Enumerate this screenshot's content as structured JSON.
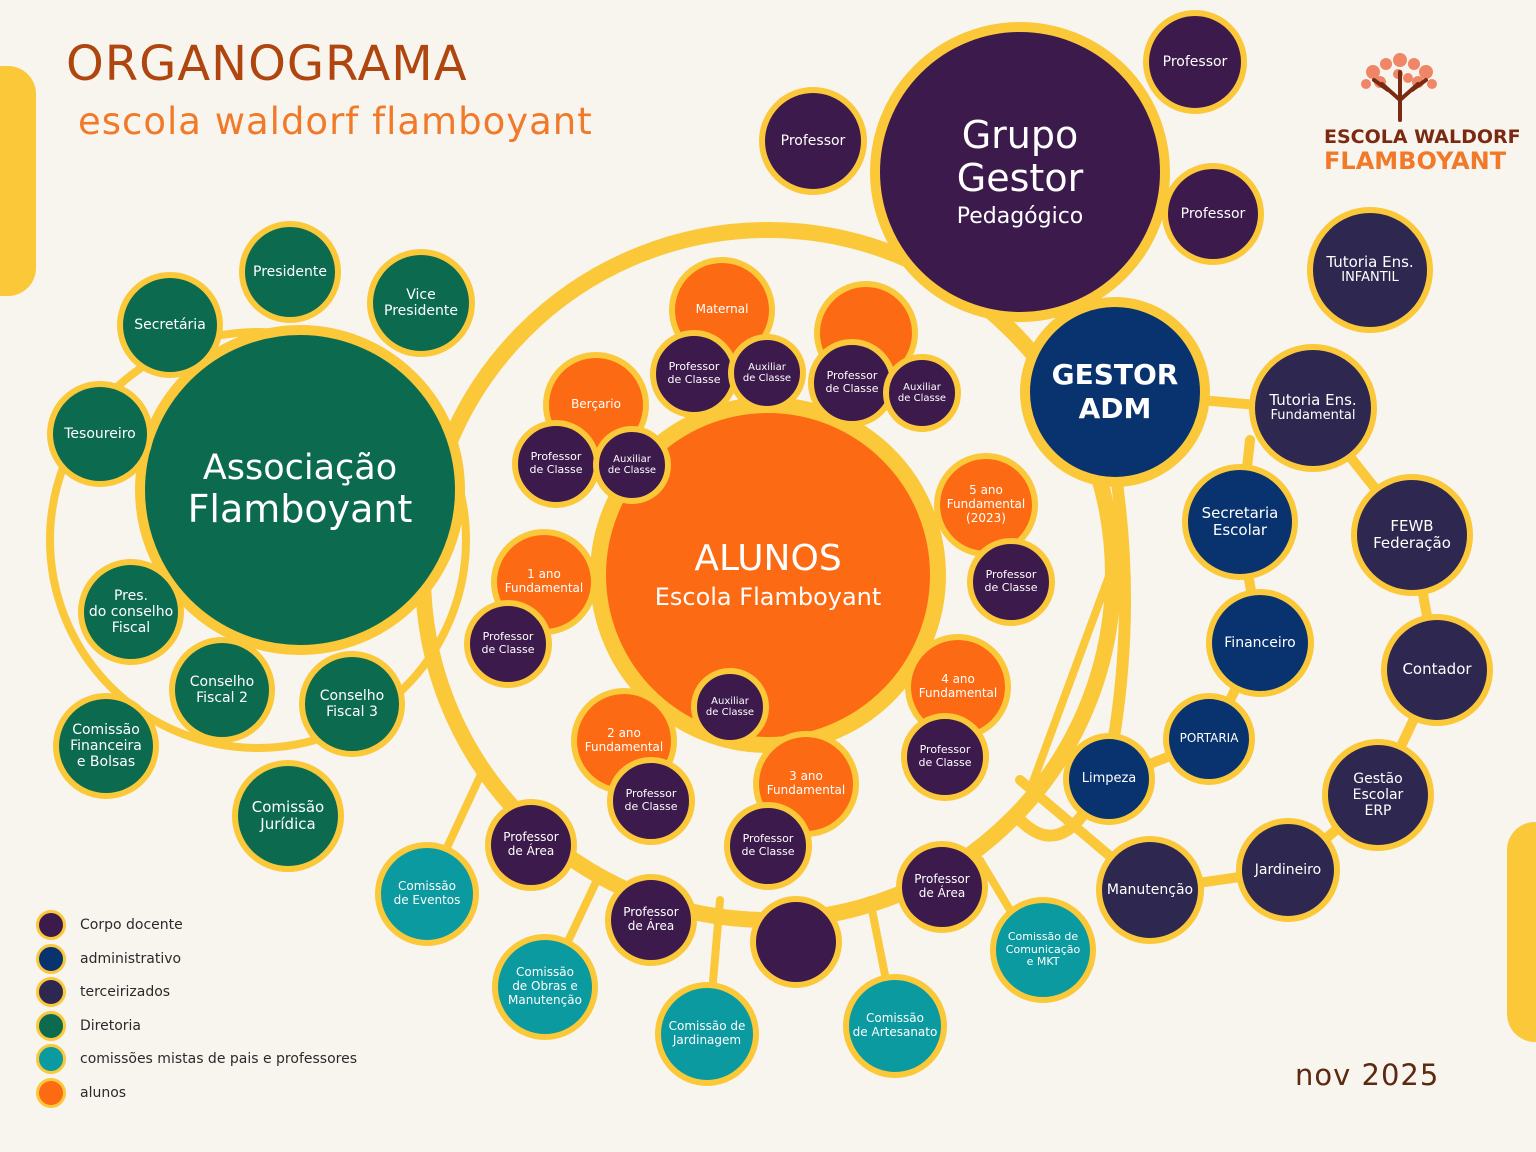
{
  "header": {
    "title": "ORGANOGRAMA",
    "subtitle": "escola waldorf flamboyant"
  },
  "logo": {
    "line1": "ESCOLA WALDORF",
    "line2": "FLAMBOYANT"
  },
  "date": "nov 2025",
  "colors": {
    "corpo_docente": "#3d1a4c",
    "administrativo": "#08336f",
    "terceirizados": "#2e2850",
    "diretoria": "#0c6b4f",
    "comissoes": "#0b9aa0",
    "alunos": "#fc6a14",
    "ring": "#fbc83a",
    "background": "#f8f5ef"
  },
  "legend": [
    {
      "label": "Corpo docente",
      "color": "#3d1a4c"
    },
    {
      "label": "administrativo",
      "color": "#08336f"
    },
    {
      "label": "terceirizados",
      "color": "#2e2850"
    },
    {
      "label": "Diretoria",
      "color": "#0c6b4f"
    },
    {
      "label": "comissões mistas de pais e professores",
      "color": "#0b9aa0"
    },
    {
      "label": "alunos",
      "color": "#fc6a14"
    }
  ],
  "nodes": {
    "associacao": {
      "line1": "Associação",
      "line2": "Flamboyant"
    },
    "presidente": "Presidente",
    "vice_presidente": "Vice\nPresidente",
    "secretaria": "Secretária",
    "tesoureiro": "Tesoureiro",
    "pres_conselho_fiscal": "Pres.\ndo conselho\nFiscal",
    "conselho_fiscal_2": "Conselho\nFiscal 2",
    "conselho_fiscal_3": "Conselho\nFiscal 3",
    "comissao_financeira": "Comissão\nFinanceira\ne Bolsas",
    "comissao_juridica": "Comissão\nJurídica",
    "grupo_gestor": {
      "line1": "Grupo",
      "line2": "Gestor",
      "line3": "Pedagógico"
    },
    "professor_gg_1": "Professor",
    "professor_gg_2": "Professor",
    "professor_gg_3": "Professor",
    "gestor_adm": "GESTOR\nADM",
    "tutoria_infantil": {
      "line1": "Tutoria Ens.",
      "line2": "INFANTIL"
    },
    "tutoria_fundamental": {
      "line1": "Tutoria Ens.",
      "line2": "Fundamental"
    },
    "fewb": "FEWB\nFederação",
    "contador": "Contador",
    "gestao_escolar": "Gestão\nEscolar\nERP",
    "jardineiro": "Jardineiro",
    "manutencao": "Manutenção",
    "secretaria_escolar": "Secretaria\nEscolar",
    "financeiro": "Financeiro",
    "portaria": "PORTARIA",
    "limpeza": "Limpeza",
    "alunos": {
      "line1": "ALUNOS",
      "line2": "Escola Flamboyant"
    },
    "maternal": "Maternal",
    "bercario": "Berçario",
    "ano1": "1 ano\nFundamental",
    "ano2": "2 ano\nFundamental",
    "ano3": "3 ano\nFundamental",
    "ano4": "4 ano\nFundamental",
    "ano5": "5 ano\nFundamental\n(2023)",
    "professor_classe": "Professor\nde Classe",
    "auxiliar_classe": "Auxiliar\nde Classe",
    "professor_area": "Professor\nde Área",
    "comissao_eventos": "Comissão\nde Eventos",
    "comissao_obras": "Comissão\nde Obras e\nManutenção",
    "comissao_jardinagem": "Comissão de\nJardinagem",
    "comissao_artesanato": "Comissão\nde Artesanato",
    "comissao_comunicacao": "Comissão de\nComunicação\ne MKT"
  }
}
